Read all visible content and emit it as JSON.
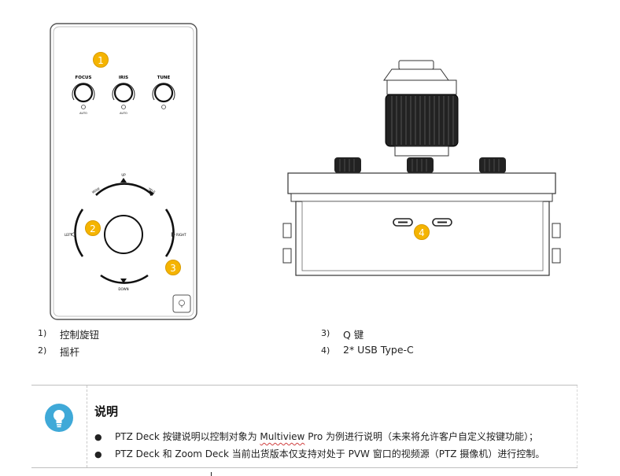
{
  "top_panel": {
    "knob_labels": [
      "FOCUS",
      "IRIS",
      "TUNE"
    ],
    "knob_sublabels": [
      "AUTO",
      "AUTO"
    ],
    "joystick_labels": {
      "up": "UP",
      "down": "DOWN",
      "left": "LEFT",
      "right": "RIGHT",
      "wide": "WIDE",
      "tele": "TELE"
    }
  },
  "markers": [
    "1",
    "2",
    "3",
    "4"
  ],
  "legend": [
    {
      "num": "1)",
      "text": "控制旋钮"
    },
    {
      "num": "2)",
      "text": "摇杆"
    },
    {
      "num": "3)",
      "text": "Q 键"
    },
    {
      "num": "4)",
      "text": "2* USB Type-C"
    }
  ],
  "note": {
    "icon": "lightbulb-icon",
    "title": "说明",
    "items": [
      {
        "pre": "PTZ Deck 按键说明以控制对象为 ",
        "highlight": "Multiview",
        "post": " Pro 为例进行说明（未来将允许客户自定义按键功能）；"
      },
      {
        "pre": "PTZ Deck 和 Zoom Deck 当前出货版本仅支持对处于 PVW 窗口的视频源（PTZ 摄像机）进行控制。",
        "highlight": "",
        "post": ""
      }
    ]
  },
  "colors": {
    "marker": "#f5b400",
    "icon_circle": "#3fa9d8"
  }
}
